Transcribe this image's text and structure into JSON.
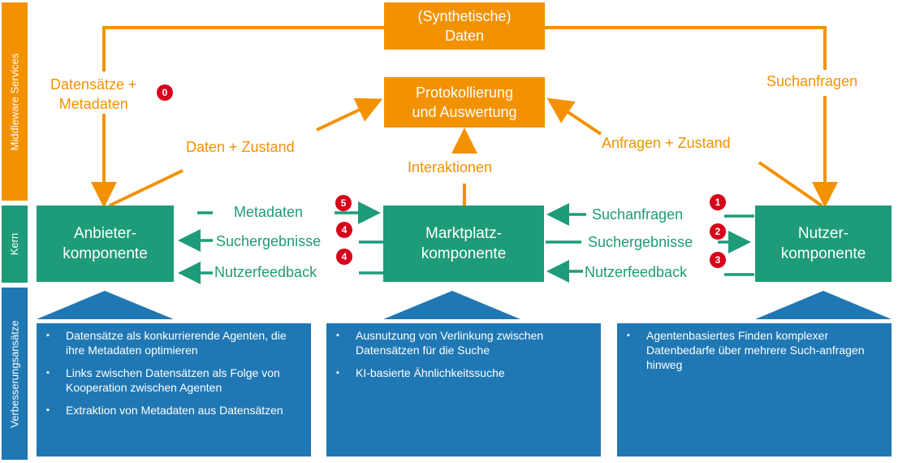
{
  "bands": {
    "middleware": "Middleware Services",
    "kern": "Kern",
    "verbesserung": "Verbesserungsansätze"
  },
  "boxes": {
    "synthetic": "(Synthetische)\nDaten",
    "protokoll": "Protokollierung\nund Auswertung",
    "anbieter": "Anbieter-\nkomponente",
    "marktplatz": "Marktplatz-\nkomponente",
    "nutzer": "Nutzer-\nkomponente"
  },
  "labels": {
    "datensaetze": "Datensätze +\nMetadaten",
    "suchanfragen_top": "Suchanfragen",
    "daten_zustand": "Daten + Zustand",
    "anfragen_zustand": "Anfragen + Zustand",
    "interaktionen": "Interaktionen",
    "metadaten": "Metadaten",
    "suchergebnisse_left": "Suchergebnisse",
    "nutzerfeedback_left": "Nutzerfeedback",
    "suchanfragen_right": "Suchanfragen",
    "suchergebnisse_right": "Suchergebnisse",
    "nutzerfeedback_right": "Nutzerfeedback"
  },
  "badges": {
    "b0": "0",
    "b5": "5",
    "b4a": "4",
    "b4b": "4",
    "b1": "1",
    "b2": "2",
    "b3": "3"
  },
  "panels": {
    "left": [
      "Datensätze als konkurrierende Agenten, die ihre Metadaten optimieren",
      "Links zwischen Datensätzen als Folge von Kooperation zwischen Agenten",
      "Extraktion von Metadaten aus Datensätzen"
    ],
    "middle": [
      "Ausnutzung von Verlinkung zwischen Datensätzen für die Suche",
      "KI-basierte Ähnlichkeitssuche"
    ],
    "right": [
      "Agentenbasiertes Finden komplexer Datenbedarfe über mehrere Such-anfragen hinweg"
    ]
  },
  "colors": {
    "orange": "#f39200",
    "green": "#1e9b78",
    "blue": "#1f78b4",
    "red_badge": "#d7001b"
  }
}
